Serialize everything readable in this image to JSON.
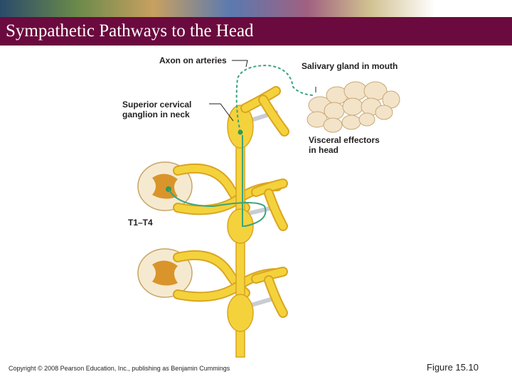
{
  "title": "Sympathetic Pathways to the Head",
  "labels": {
    "axon_on_arteries": "Axon on arteries",
    "salivary_gland": "Salivary gland in mouth",
    "superior_cervical_1": "Superior cervical",
    "superior_cervical_2": "ganglion in neck",
    "visceral_effectors_1": "Visceral effectors",
    "visceral_effectors_2": "in head",
    "spinal_level": "T1–T4"
  },
  "footer": {
    "copyright": "Copyright © 2008 Pearson Education, Inc., publishing as Benjamin Cummings",
    "figure": "Figure 15.10"
  },
  "colors": {
    "title_bar": "#6b0a3e",
    "nerve": "#f4d23c",
    "nerve_outline": "#d9a520",
    "pathway": "#3aa57a"
  }
}
